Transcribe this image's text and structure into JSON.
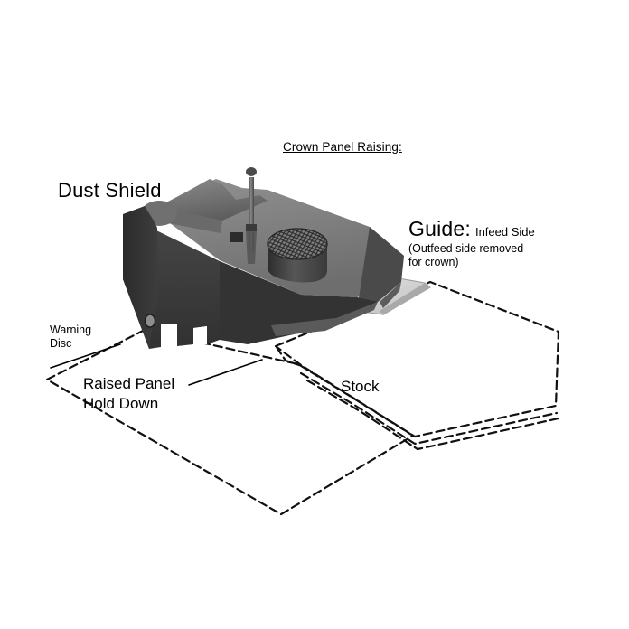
{
  "figure": {
    "title": "Crown Panel Raising:",
    "background_color": "#ffffff",
    "line_color": "#000000",
    "machine_colors": {
      "body_front": "#3b3b3b",
      "body_side": "#2e2e2e",
      "body_top": "#7f7f7f",
      "body_top_light": "#8d8d8d",
      "guide_plate": "#d8d8d8",
      "cutter_head": "#4a4a4a",
      "cutter_top": "#6b6b6b",
      "rod": "#5a5a5a"
    }
  },
  "labels": {
    "heading": "Crown Panel Raising:",
    "dust_shield": "Dust Shield",
    "guide_title": "Guide:",
    "guide_side": "Infeed Side",
    "guide_note_line1": "(Outfeed side removed",
    "guide_note_line2": "for crown)",
    "warning_disc_line1": "Warning",
    "warning_disc_line2": "Disc",
    "raised_panel_line1": "Raised Panel",
    "raised_panel_line2": "Hold Down",
    "stock": "Stock"
  },
  "parts": [
    {
      "name": "dust-shield",
      "label": "Dust Shield"
    },
    {
      "name": "guide-infeed-side",
      "label": "Guide: Infeed Side"
    },
    {
      "name": "warning-disc",
      "label": "Warning Disc"
    },
    {
      "name": "raised-panel-hold-down",
      "label": "Raised Panel Hold Down"
    },
    {
      "name": "stock",
      "label": "Stock"
    }
  ]
}
